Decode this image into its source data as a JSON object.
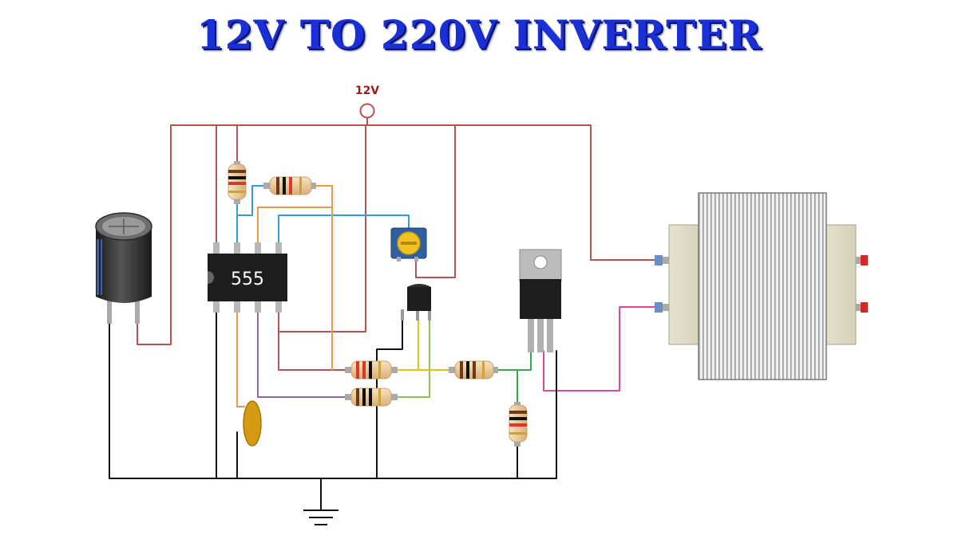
{
  "title": "12V TO 220V INVERTER",
  "supply_label": "12V",
  "ic_label": "555",
  "components": {
    "capacitor": "electrolytic-capacitor",
    "ic": "555-timer-ic",
    "potentiometer": "trimmer-potentiometer",
    "transistor": "npn-transistor",
    "mosfet": "power-mosfet",
    "transformer": "step-up-transformer",
    "ceramic_capacitor": "ceramic-capacitor",
    "ground": "ground-symbol"
  },
  "colors": {
    "title": "#1a2fd6",
    "supply_wire": "#b85450",
    "ground_wire": "#111111",
    "blue_wire": "#3a9ad9",
    "orange_wire": "#e89a4a",
    "purple_wire": "#8a6aa8",
    "yellow_wire": "#e2c12a",
    "green_wire": "#3aa84a",
    "pink_wire": "#d94a9a",
    "supply_label": "#9a2020"
  }
}
